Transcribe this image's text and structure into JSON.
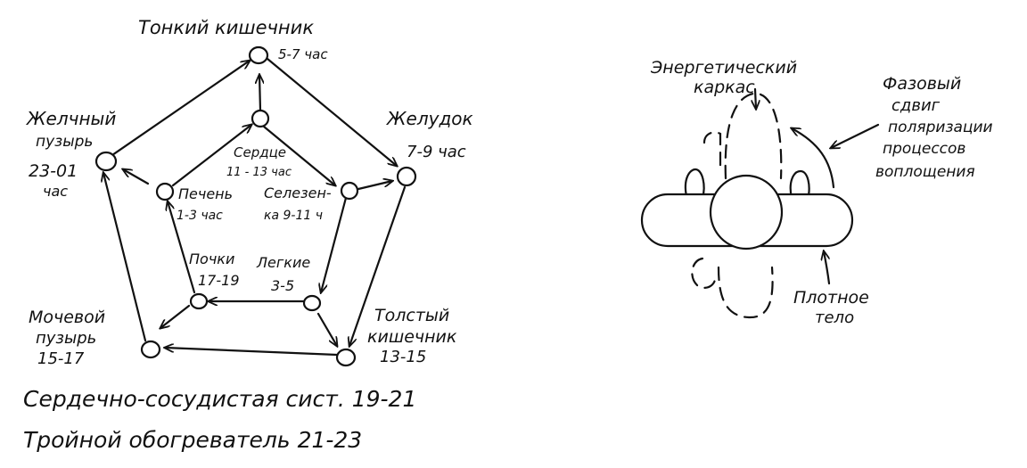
{
  "cycle": {
    "outer": {
      "small_intestine": {
        "name": "Тонкий кишечник",
        "time": "5-7 час"
      },
      "stomach": {
        "name_line1": "Желудок",
        "time": "7-9 час"
      },
      "large_intestine": {
        "name_line1": "Толстый",
        "name_line2": "кишечник",
        "time": "13-15"
      },
      "bladder": {
        "name_line1": "Мочевой",
        "name_line2": "пузырь",
        "time": "15-17"
      },
      "gallbladder": {
        "name_line1": "Желчный",
        "name_line2": "пузырь",
        "time": "23-01",
        "unit": "час"
      }
    },
    "inner": {
      "heart": {
        "name": "Сердце",
        "time": "11 - 13 час"
      },
      "spleen": {
        "name_line1": "Селезен-",
        "name_line2": "ка 9-11 ч"
      },
      "lungs": {
        "name": "Легкие",
        "time": "3-5"
      },
      "kidneys": {
        "name": "Почки",
        "time": "17-19"
      },
      "liver": {
        "name": "Печень",
        "time": "1-3 час"
      }
    },
    "footer": {
      "cardio": "Сердечно-сосудистая сист. 19-21",
      "triple_heater": "Тройной обогреватель 21-23"
    }
  },
  "body_figure": {
    "energy_frame_line1": "Энергетический",
    "energy_frame_line2": "каркас",
    "phase_shift_line1": "Фазовый",
    "phase_shift_line2": "сдвиг",
    "phase_shift_line3": "поляризации",
    "phase_shift_line4": "процессов",
    "phase_shift_line5": "воплощения",
    "dense_body_line1": "Плотное",
    "dense_body_line2": "тело"
  }
}
